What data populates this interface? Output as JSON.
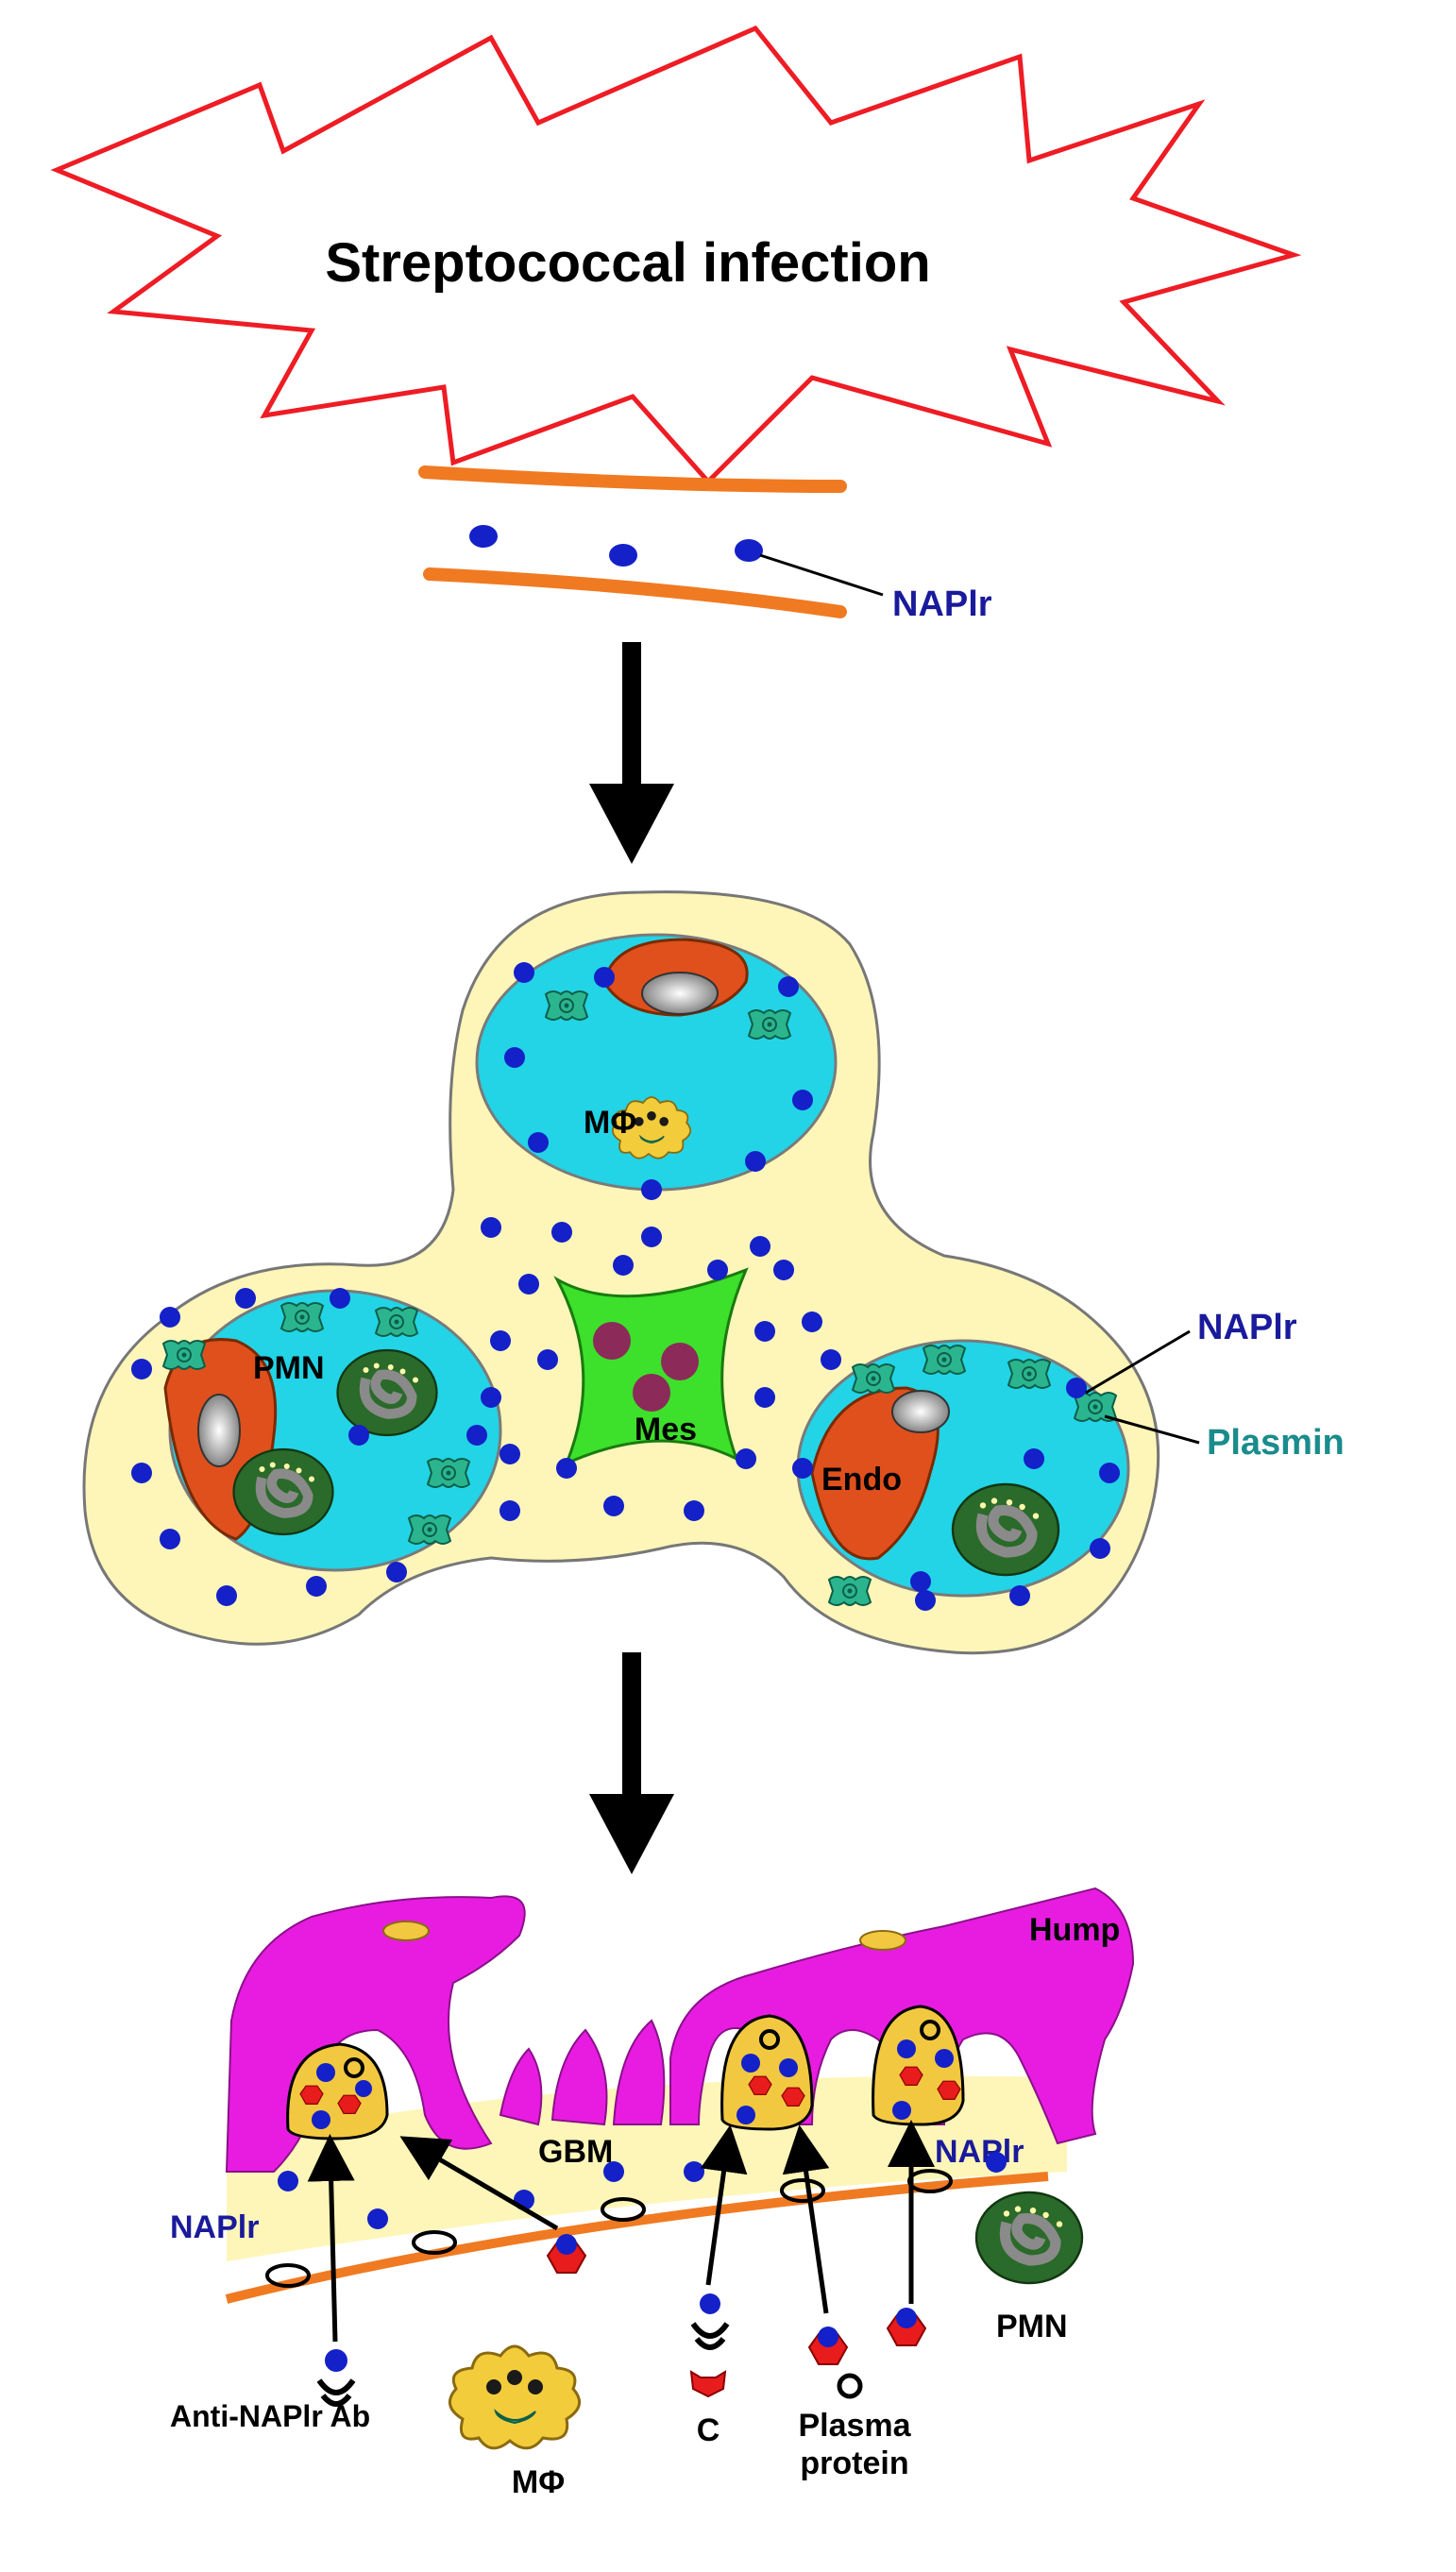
{
  "labels": {
    "title": "Streptococcal infection",
    "napir_top": "NAPlr",
    "napir_glom": "NAPlr",
    "plasmin": "Plasmin",
    "macrophage_top": "MΦ",
    "pmn_glom": "PMN",
    "mes": "Mes",
    "endo": "Endo",
    "hump": "Hump",
    "gbm": "GBM",
    "napir_gbm_right": "NAPlr",
    "napir_gbm_left": "NAPlr",
    "pmn_bottom": "PMN",
    "anti_napir_ab": "Anti-NAPlr  Ab",
    "macrophage_bottom": "MΦ",
    "complement": "C",
    "plasma_protein_1": "Plasma",
    "plasma_protein_2": "protein"
  },
  "colors": {
    "burst_outline": "#ee1c24",
    "vessel": "#f07a22",
    "napir_dot": "#1420c8",
    "napir_text": "#1a1a9c",
    "plasmin_text": "#1a8c8c",
    "plasmin_shape": "#2bb58e",
    "glom_bg": "#fdf6b8",
    "capillary": "#22d4e6",
    "mesangium": "#3de02a",
    "mes_nucleus": "#8c2a5a",
    "endothelium": "#e0501c",
    "pmn_green": "#2a6a2a",
    "macrophage": "#f2cc3a",
    "podocyte": "#e81ce0",
    "complement": "#e81c1c",
    "hump_fill": "#f2c840",
    "arrow": "#000000"
  }
}
